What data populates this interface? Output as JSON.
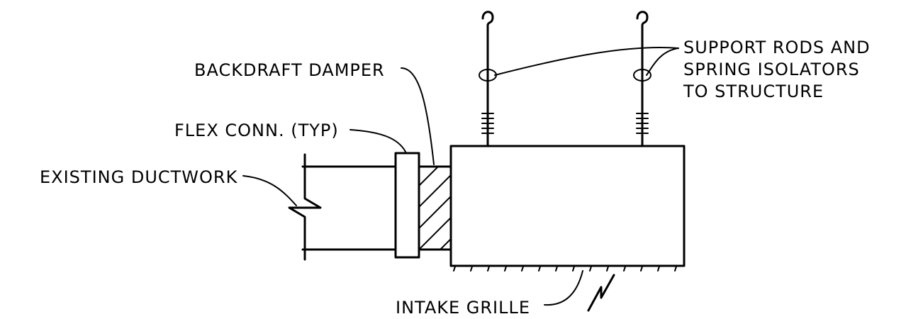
{
  "labels": {
    "backdraft_damper": "BACKDRAFT DAMPER",
    "flex_conn": "FLEX CONN. (TYP)",
    "existing_ductwork": "EXISTING DUCTWORK",
    "support_line1": "SUPPORT RODS AND",
    "support_line2": "SPRING ISOLATORS",
    "support_line3": "TO STRUCTURE",
    "intake_grille": "INTAKE GRILLE"
  },
  "colors": {
    "line": "#000000",
    "background": "#ffffff"
  }
}
